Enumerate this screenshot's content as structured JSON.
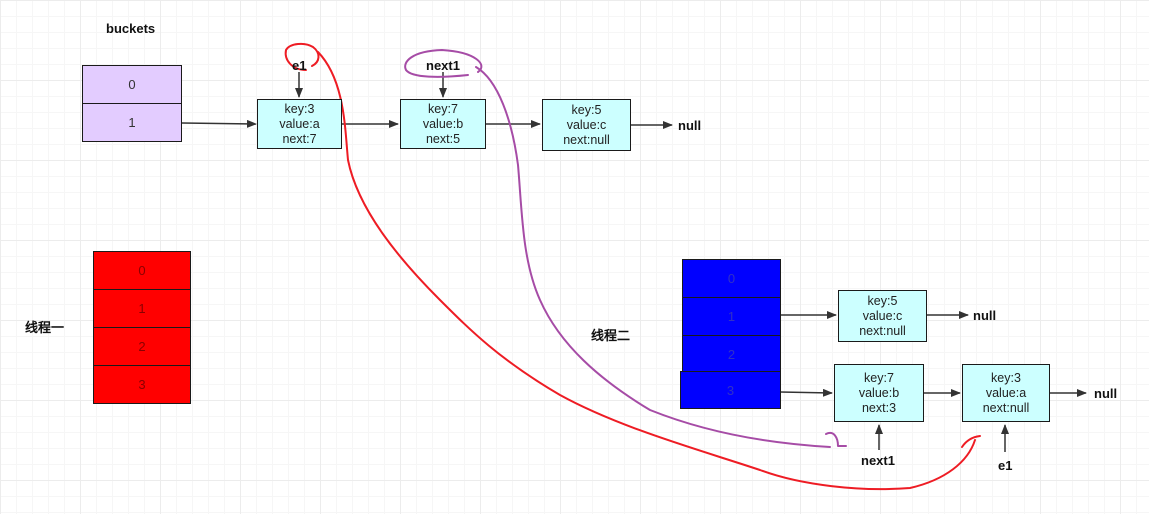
{
  "top": {
    "title": "buckets",
    "buckets": [
      "0",
      "1"
    ],
    "nodes": [
      {
        "key": "key:3",
        "value": "value:a",
        "next": "next:7"
      },
      {
        "key": "key:7",
        "value": "value:b",
        "next": "next:5"
      },
      {
        "key": "key:5",
        "value": "value:c",
        "next": "next:null"
      }
    ],
    "null_label": "null",
    "pointer_e1": "e1",
    "pointer_next1": "next1"
  },
  "thread1": {
    "label": "线程一",
    "buckets": [
      "0",
      "1",
      "2",
      "3"
    ]
  },
  "thread2": {
    "label": "线程二",
    "buckets": [
      "0",
      "1",
      "2",
      "3"
    ],
    "bucket1_nodes": [
      {
        "key": "key:5",
        "value": "value:c",
        "next": "next:null"
      }
    ],
    "bucket3_nodes": [
      {
        "key": "key:7",
        "value": "value:b",
        "next": "next:3"
      },
      {
        "key": "key:3",
        "value": "value:a",
        "next": "next:null"
      }
    ],
    "null_label_1": "null",
    "null_label_3": "null",
    "pointer_next1": "next1",
    "pointer_e1": "e1"
  },
  "colors": {
    "bucket_top": "#e3ccff",
    "bucket_thread1": "#ff0000",
    "bucket_thread2": "#0000ff",
    "node": "#ccffff",
    "annotation_red": "#ee1c24",
    "annotation_purple": "#a64ca6"
  }
}
